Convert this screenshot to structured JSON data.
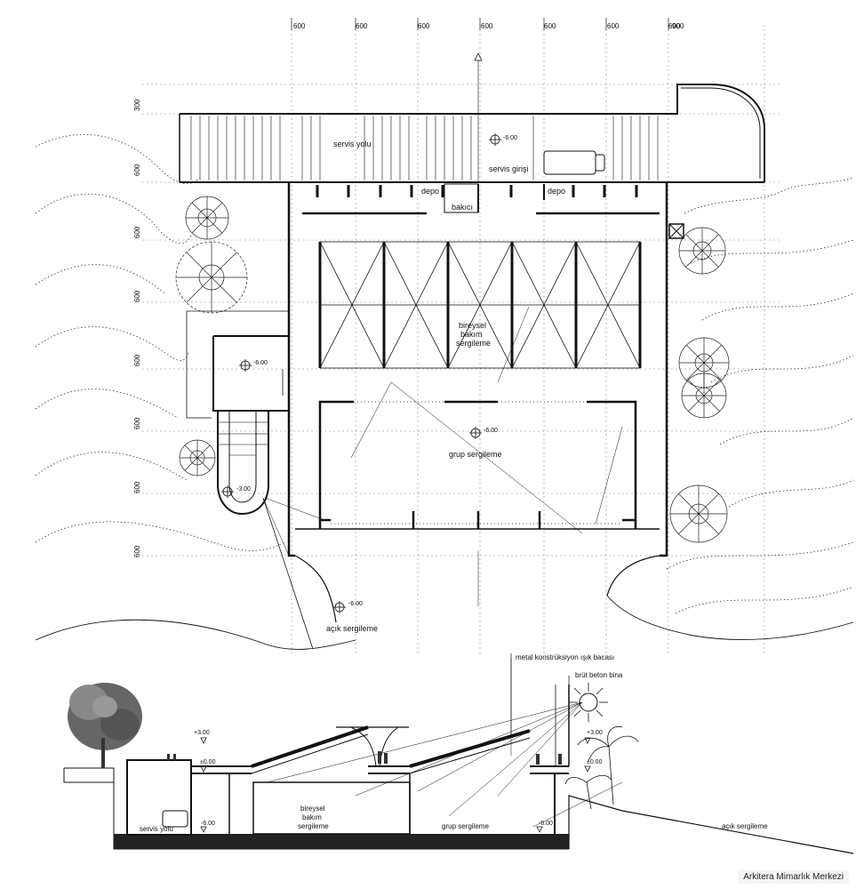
{
  "grid": {
    "top_dims": [
      "600",
      "600",
      "600",
      "600",
      "600",
      "600",
      "600",
      "900"
    ],
    "side_dims": [
      "300",
      "600",
      "600",
      "600",
      "600",
      "600",
      "600",
      "600"
    ]
  },
  "plan": {
    "servis_yolu": "servis yolu",
    "servis_girisi": "servis girişi",
    "depo_left": "depo",
    "depo_right": "depo",
    "bakici": "bakıcı",
    "bireysel_1": "bireysel",
    "bireysel_2": "bakım",
    "bireysel_3": "sergileme",
    "grup": "grup sergileme",
    "acik": "açık sergileme",
    "lvl_servis": "-6.00",
    "lvl_lobby": "-6.00",
    "lvl_grup": "-6.00",
    "lvl_acik": "-6.00",
    "lvl_stair": "-3.00"
  },
  "section": {
    "metal": "metal konstrüksiyon ışık bacası",
    "brut": "brüt beton bina",
    "lvl_plus_left": "+3.00",
    "lvl_zero_left": "±0.00",
    "lvl_plus_right": "+3.00",
    "lvl_zero_right": "±0.00",
    "lvl_m6_left": "-6.00",
    "lvl_m6_right": "-6.00",
    "servis_yolu": "servis yolu",
    "bireysel_1": "bireysel",
    "bireysel_2": "bakım",
    "bireysel_3": "sergileme",
    "grup": "grup sergileme",
    "acik": "açık sergileme"
  },
  "credit": "Arkitera Mimarlık Merkezi"
}
